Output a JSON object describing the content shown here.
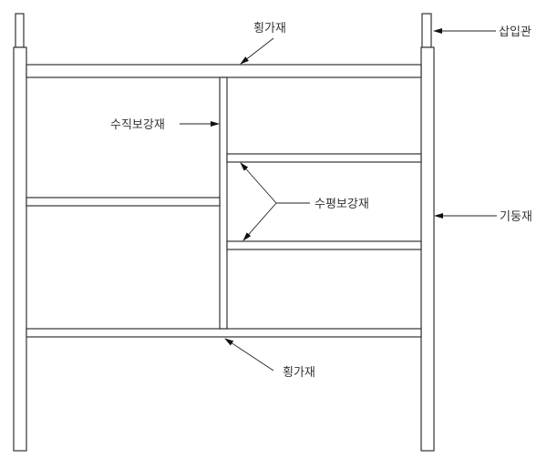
{
  "title": "Frame scaffold member diagram",
  "labels": {
    "horizontal_top": "횡가재",
    "insert_pipe": "삽입관",
    "vertical_brace": "수직보강재",
    "horizontal_brace": "수평보강재",
    "post": "기둥재",
    "horizontal_bottom": "횡가재"
  },
  "colors": {
    "line": "#333333",
    "background": "#ffffff"
  }
}
